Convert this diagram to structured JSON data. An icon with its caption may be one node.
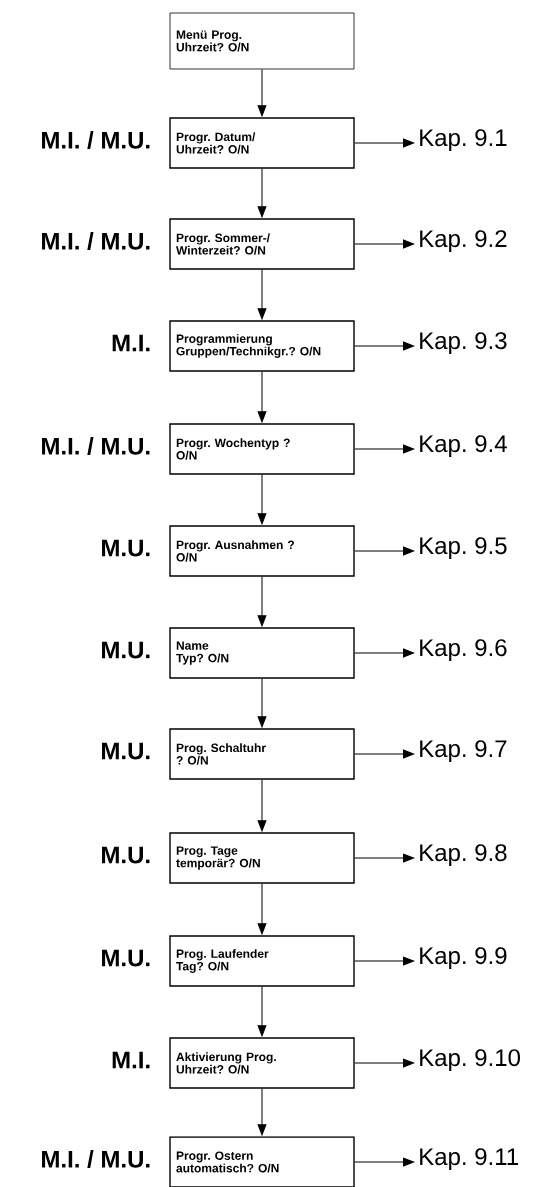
{
  "diagram": {
    "nodes": [
      {
        "text": [
          "Menü Prog. Uhrzeit? O/N"
        ]
      },
      {
        "text": [
          "Progr. Datum/ Uhrzeit? O/N"
        ],
        "beside": [
          "M.I. / M.U."
        ]
      },
      {
        "text": [
          "Progr. Sommer-/ Winterzeit? O/N"
        ],
        "beside": [
          "M.I. / M.U."
        ]
      },
      {
        "text": [
          "Programmierung Gruppen/Technikgr.? O/N"
        ],
        "beside": [
          "M.I."
        ]
      },
      {
        "text": [
          "Progr. Wochentyp ? O/N"
        ],
        "beside": [
          "M.I. / M.U."
        ]
      },
      {
        "text": [
          "Progr. Ausnahmen ? O/N"
        ],
        "beside": [
          "M.U."
        ]
      },
      {
        "text": [
          "Name Typ? O/N"
        ],
        "beside": [
          "M.U."
        ]
      },
      {
        "text": [
          "Prog. Schaltuhr ? O/N"
        ],
        "beside": [
          "M.U."
        ]
      },
      {
        "text": [
          "Prog. Tage temporär? O/N"
        ],
        "beside": [
          "M.U."
        ]
      },
      {
        "text": [
          "Prog. Laufender Tag? O/N"
        ],
        "beside": [
          "M.U."
        ]
      },
      {
        "text": [
          "Aktivierung Prog. Uhrzeit? O/N"
        ],
        "beside": [
          "M.I."
        ]
      },
      {
        "text": [
          "Progr. Ostern automatisch? O/N"
        ],
        "beside": [
          "M.I. / M.U."
        ]
      },
      {
        "text": [
          "Kap. 9.1"
        ]
      },
      {
        "text": [
          "Kap. 9.2"
        ]
      },
      {
        "text": [
          "Kap. 9.3"
        ]
      },
      {
        "text": [
          "Kap. 9.4"
        ]
      },
      {
        "text": [
          "Kap. 9.5"
        ]
      },
      {
        "text": [
          "Kap. 9.6"
        ]
      },
      {
        "text": [
          "Kap. 9.7"
        ]
      },
      {
        "text": [
          "Kap. 9.8"
        ]
      },
      {
        "text": [
          "Kap. 9.9"
        ]
      },
      {
        "text": [
          "Kap. 9.10"
        ]
      },
      {
        "text": [
          "Kap. 9.11"
        ]
      }
    ],
    "edges": [
      {
        "from": 0,
        "to": 1,
        "arrow": "to"
      },
      {
        "from": 1,
        "to": 2,
        "arrow": "to"
      },
      {
        "from": 2,
        "to": 3,
        "arrow": "to"
      },
      {
        "from": 3,
        "to": 4,
        "arrow": "to"
      },
      {
        "from": 4,
        "to": 5,
        "arrow": "to"
      },
      {
        "from": 5,
        "to": 6,
        "arrow": "to"
      },
      {
        "from": 6,
        "to": 7,
        "arrow": "to"
      },
      {
        "from": 7,
        "to": 8,
        "arrow": "to"
      },
      {
        "from": 8,
        "to": 9,
        "arrow": "to"
      },
      {
        "from": 9,
        "to": 10,
        "arrow": "to"
      },
      {
        "from": 10,
        "to": 11,
        "arrow": "to"
      },
      {
        "from": 1,
        "to": 12,
        "arrow": "to"
      },
      {
        "from": 2,
        "to": 13,
        "arrow": "to"
      },
      {
        "from": 3,
        "to": 14,
        "arrow": "to"
      },
      {
        "from": 4,
        "to": 15,
        "arrow": "to"
      },
      {
        "from": 5,
        "to": 16,
        "arrow": "to"
      },
      {
        "from": 6,
        "to": 17,
        "arrow": "to"
      },
      {
        "from": 7,
        "to": 18,
        "arrow": "to"
      },
      {
        "from": 8,
        "to": 19,
        "arrow": "to"
      },
      {
        "from": 9,
        "to": 20,
        "arrow": "to"
      },
      {
        "from": 10,
        "to": 21,
        "arrow": "to"
      },
      {
        "from": 11,
        "to": 22,
        "arrow": "to"
      }
    ]
  }
}
